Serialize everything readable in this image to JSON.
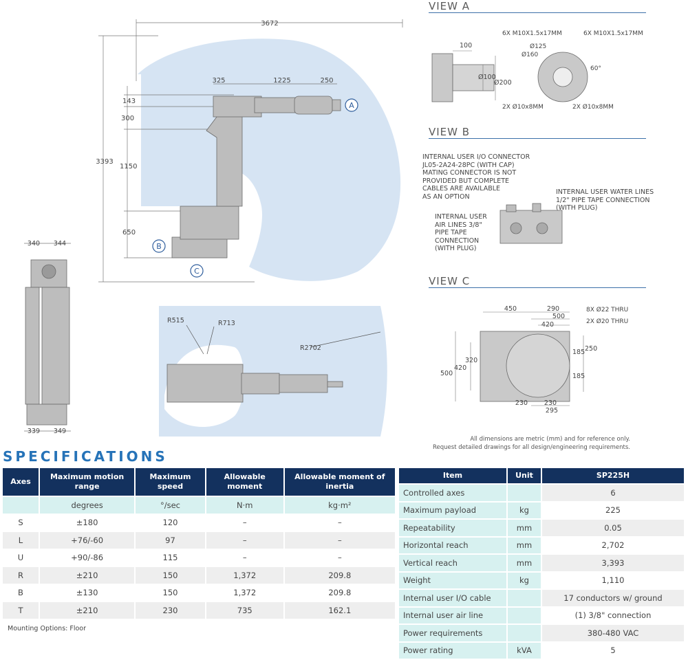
{
  "drawings": {
    "side": {
      "dims": {
        "width": "3672",
        "height": "3393",
        "d325": "325",
        "d1225": "1225",
        "d250": "250",
        "d143": "143",
        "d300": "300",
        "d1150": "1150",
        "d650": "650"
      },
      "callouts": {
        "a": "A",
        "b": "B",
        "c": "C"
      }
    },
    "front": {
      "d340": "340",
      "d344": "344",
      "d339": "339",
      "d349": "349"
    },
    "top": {
      "r515": "R515",
      "r713": "R713",
      "r2702": "R2702"
    },
    "view_a": {
      "title": "VIEW A",
      "labels": {
        "bolts_left": "6X M10X1.5x17MM",
        "bolts_right": "6X M10X1.5x17MM",
        "d125": "Ø125",
        "d160": "Ø160",
        "deg60": "60°",
        "d100": "100",
        "dia100": "Ø100",
        "dia200": "Ø200",
        "pin_left": "2X Ø10x8MM",
        "pin_right": "2X Ø10x8MM"
      }
    },
    "view_b": {
      "title": "VIEW B",
      "io_connector": [
        "INTERNAL USER I/O CONNECTOR",
        "JL05-2A24-28PC (WITH CAP)",
        "MATING CONNECTOR IS NOT",
        "PROVIDED BUT COMPLETE",
        "CABLES ARE AVAILABLE",
        "AS AN OPTION"
      ],
      "water_lines": [
        "INTERNAL USER WATER LINES",
        "1/2\" PIPE TAPE CONNECTION",
        "(WITH PLUG)"
      ],
      "air_lines": [
        "INTERNAL USER",
        "AIR LINES  3/8\"",
        "PIPE TAPE",
        "CONNECTION",
        "(WITH PLUG)"
      ]
    },
    "view_c": {
      "title": "VIEW C",
      "labels": {
        "d450": "450",
        "d290": "290",
        "d500t": "500",
        "d420t": "420",
        "holes22": "8X Ø22 THRU",
        "holes20": "2X Ø20 THRU",
        "d250": "250",
        "d185a": "185",
        "d185b": "185",
        "d320": "320",
        "d420": "420",
        "d500": "500",
        "d230a": "230",
        "d230b": "230",
        "d295": "295"
      }
    },
    "note": [
      "All dimensions are metric (mm) and for reference only.",
      "Request detailed drawings for all design/engineering requirements."
    ]
  },
  "specs_title": "SPECIFICATIONS",
  "axes_table": {
    "headers": [
      "Axes",
      "Maximum motion range",
      "Maximum speed",
      "Allowable moment",
      "Allowable moment of inertia"
    ],
    "units": [
      "",
      "degrees",
      "°/sec",
      "N·m",
      "kg·m²"
    ],
    "rows": [
      [
        "S",
        "±180",
        "120",
        "–",
        "–"
      ],
      [
        "L",
        "+76/-60",
        "97",
        "–",
        "–"
      ],
      [
        "U",
        "+90/-86",
        "115",
        "–",
        "–"
      ],
      [
        "R",
        "±210",
        "150",
        "1,372",
        "209.8"
      ],
      [
        "B",
        "±130",
        "150",
        "1,372",
        "209.8"
      ],
      [
        "T",
        "±210",
        "230",
        "735",
        "162.1"
      ]
    ],
    "footnote": "Mounting Options: Floor"
  },
  "item_table": {
    "headers": [
      "Item",
      "Unit",
      "SP225H"
    ],
    "rows": [
      [
        "Controlled axes",
        "",
        "6"
      ],
      [
        "Maximum payload",
        "kg",
        "225"
      ],
      [
        "Repeatability",
        "mm",
        "0.05"
      ],
      [
        "Horizontal reach",
        "mm",
        "2,702"
      ],
      [
        "Vertical reach",
        "mm",
        "3,393"
      ],
      [
        "Weight",
        "kg",
        "1,110"
      ],
      [
        "Internal user I/O cable",
        "",
        "17 conductors w/ ground"
      ],
      [
        "Internal user air line",
        "",
        "(1) 3/8\" connection"
      ],
      [
        "Power requirements",
        "",
        "380-480 VAC"
      ],
      [
        "Power rating",
        "kVA",
        "5"
      ]
    ]
  },
  "colors": {
    "envelope": "#d6e4f3",
    "header": "#13315e",
    "unit_row": "#d7f1f0",
    "title": "#2673b8",
    "robot": "#b9b9b9"
  }
}
